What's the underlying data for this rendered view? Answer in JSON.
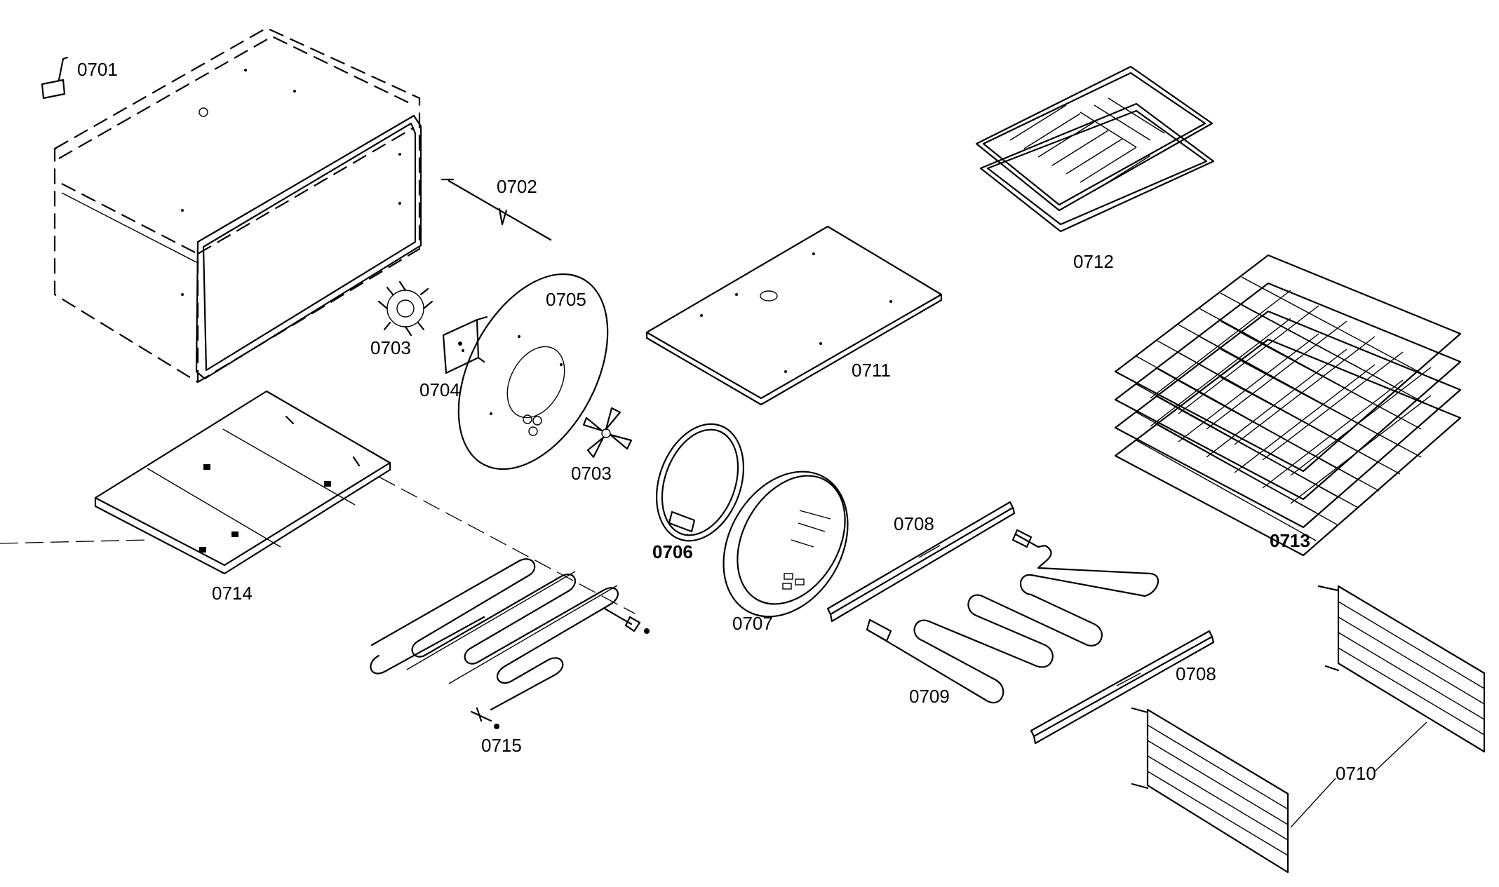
{
  "labels": {
    "p0701": "0701",
    "p0702": "0702",
    "p0703a": "0703",
    "p0703b": "0703",
    "p0704": "0704",
    "p0705": "0705",
    "p0706": "0706",
    "p0707": "0707",
    "p0708a": "0708",
    "p0708b": "0708",
    "p0709": "0709",
    "p0710": "0710",
    "p0711": "0711",
    "p0712": "0712",
    "p0713": "0713",
    "p0714": "0714",
    "p0715": "0715"
  }
}
